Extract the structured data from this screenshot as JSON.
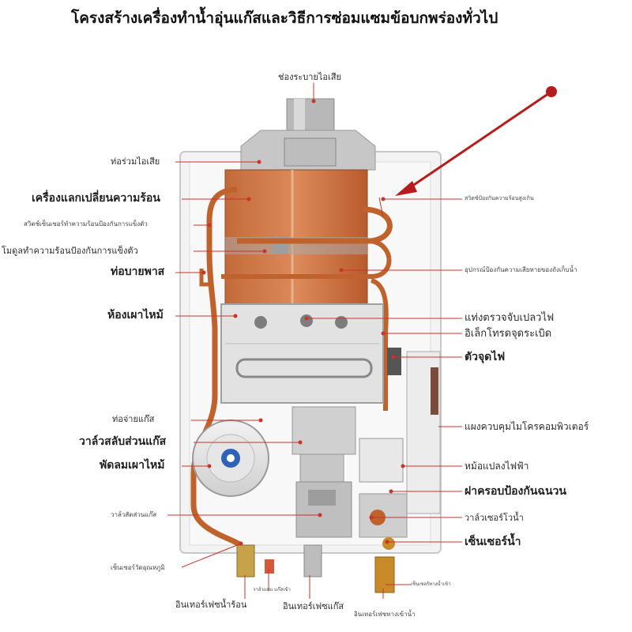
{
  "title": "โครงสร้างเครื่องทำน้ำอุ่นแก๊สและวิธีการซ่อมแซมข้อบกพร่องทั่วไป",
  "colors": {
    "leader": "#c8342a",
    "arrow": "#b71c1c",
    "copper": "#c0622c"
  },
  "labels": {
    "flue_exhaust": "ช่องระบายไอเสีย",
    "exhaust_manifold": "ท่อร่วมไอเสีย",
    "heat_exchanger": "เครื่องแลกเปลี่ยนความร้อน",
    "antifreeze_thermo_switch": "สวิตช์เซ็นเซอร์ทำความร้อนป้องกันการแข็งตัว",
    "antifreeze_heating_module": "โมดูลทำความร้อนป้องกันการแข็งตัว",
    "bypass_pipe": "ท่อบายพาส",
    "combustion_chamber": "ห้องเผาไหม้",
    "gas_supply_pipe": "ท่อจ่ายแก๊ส",
    "gas_proportional_valve": "วาล์วสลับส่วนแก๊ส",
    "combustion_fan": "พัดลมเผาไหม้",
    "gas_ratio_valve": "วาล์วสัดส่วนแก๊ส",
    "temp_sensor": "เซ็นเซอร์วัดอุณหภูมิ",
    "hot_water_interface": "อินเทอร์เฟซน้ำร้อน",
    "gas_valve_small": "วาล์วแบบ แก๊สเข้า",
    "gas_interface": "อินเทอร์เฟซแก๊ส",
    "overheat_switch": "สวิตช์ป้องกันความร้อนสูงเกิน",
    "tank_damage_protector": "อุปกรณ์ป้องกันความเสียหายของถังเก็บน้ำ",
    "flame_detection_probe": "แท่งตรวจจับเปลวไฟ",
    "ignition_electrode": "อิเล็กโทรดจุดระเบิด",
    "igniter": "ตัวจุดไฟ",
    "microcomputer_board": "แผงควบคุมไมโครคอมพิวเตอร์",
    "transformer": "หม้อแปลงไฟฟ้า",
    "condensation_cover": "ฝาครอบป้องกันฉนวน",
    "water_servo_valve": "วาล์วเซอร์โวน้ำ",
    "water_sensor": "เซ็นเซอร์น้ำ",
    "water_inlet_valve_small": "เซ็นเซอร์ทางน้ำเข้า",
    "cold_water_interface": "อินเทอร์เฟซทางเข้าน้ำ"
  }
}
